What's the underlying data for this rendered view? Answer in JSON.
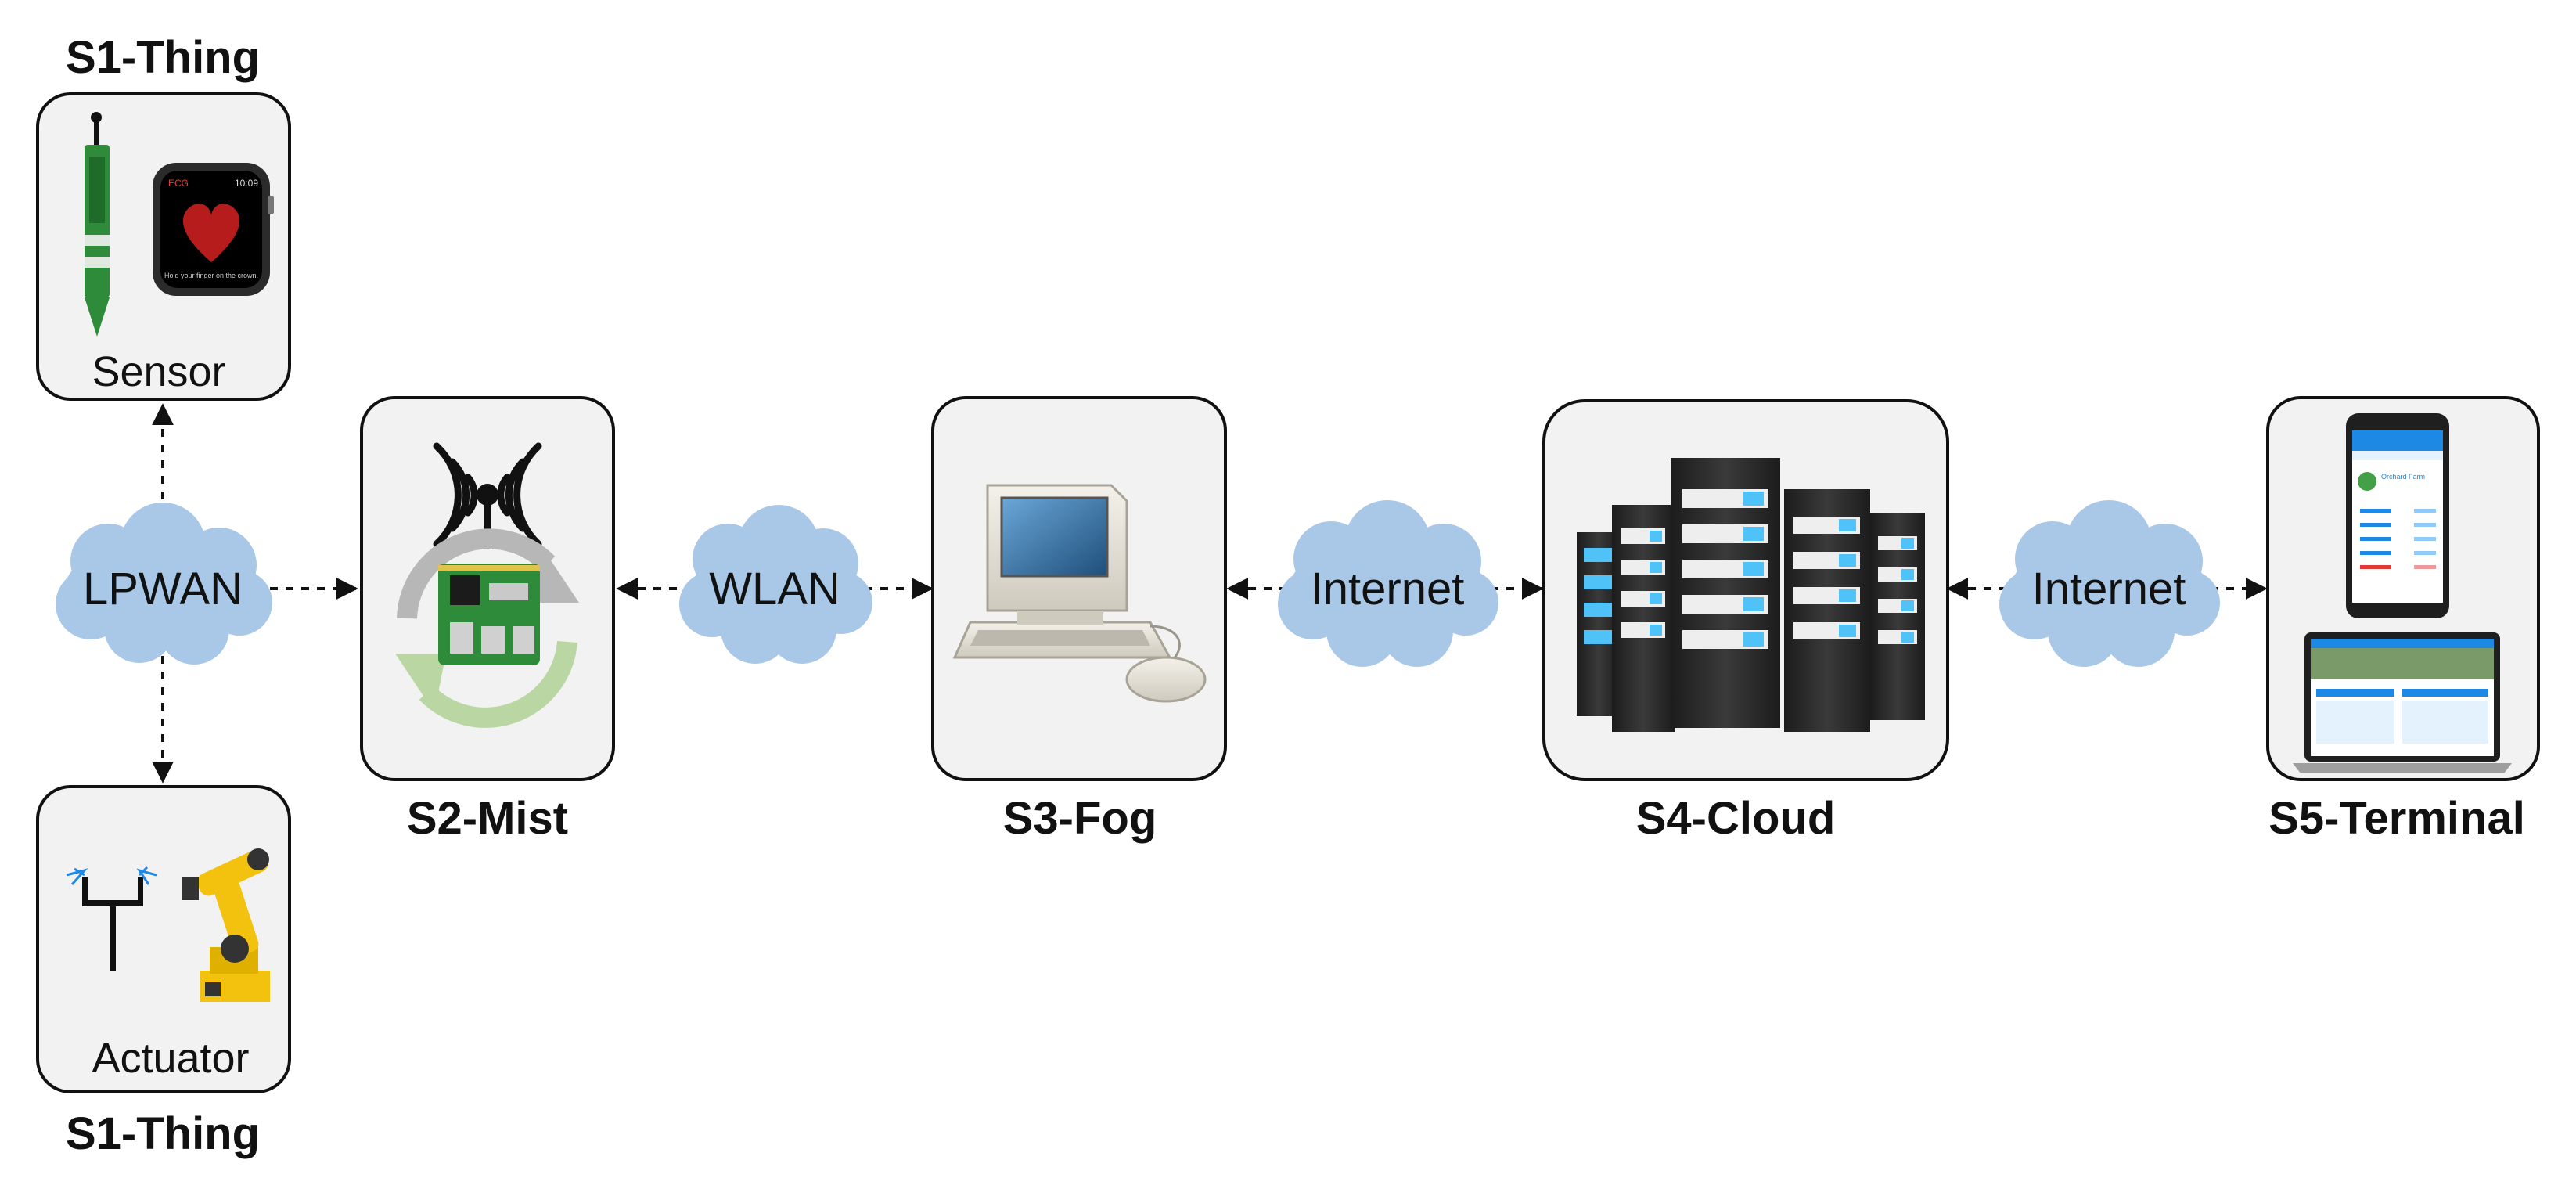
{
  "stages": {
    "s1_top": "S1-Thing",
    "s1_bottom": "S1-Thing",
    "s2": "S2-Mist",
    "s3": "S3-Fog",
    "s4": "S4-Cloud",
    "s5": "S5-Terminal"
  },
  "captions": {
    "sensor": "Sensor",
    "actuator": "Actuator"
  },
  "links": {
    "lpwan": "LPWAN",
    "wlan": "WLAN",
    "internet_fog_cloud": "Internet",
    "internet_cloud_terminal": "Internet"
  },
  "watch_screen": {
    "app": "ECG",
    "time": "10:09",
    "message": "Hold your finger on the crown."
  },
  "phone_screen": {
    "title": "Orchard Farm"
  },
  "colors": {
    "box_fill": "#f2f2f2",
    "cloud": "#a9c8e8",
    "server_dark": "#2a2a2a",
    "server_accent": "#4fc3f7",
    "board_green": "#2e8b3a",
    "robot_yellow": "#f2c20f",
    "app_blue": "#1e88e5"
  }
}
